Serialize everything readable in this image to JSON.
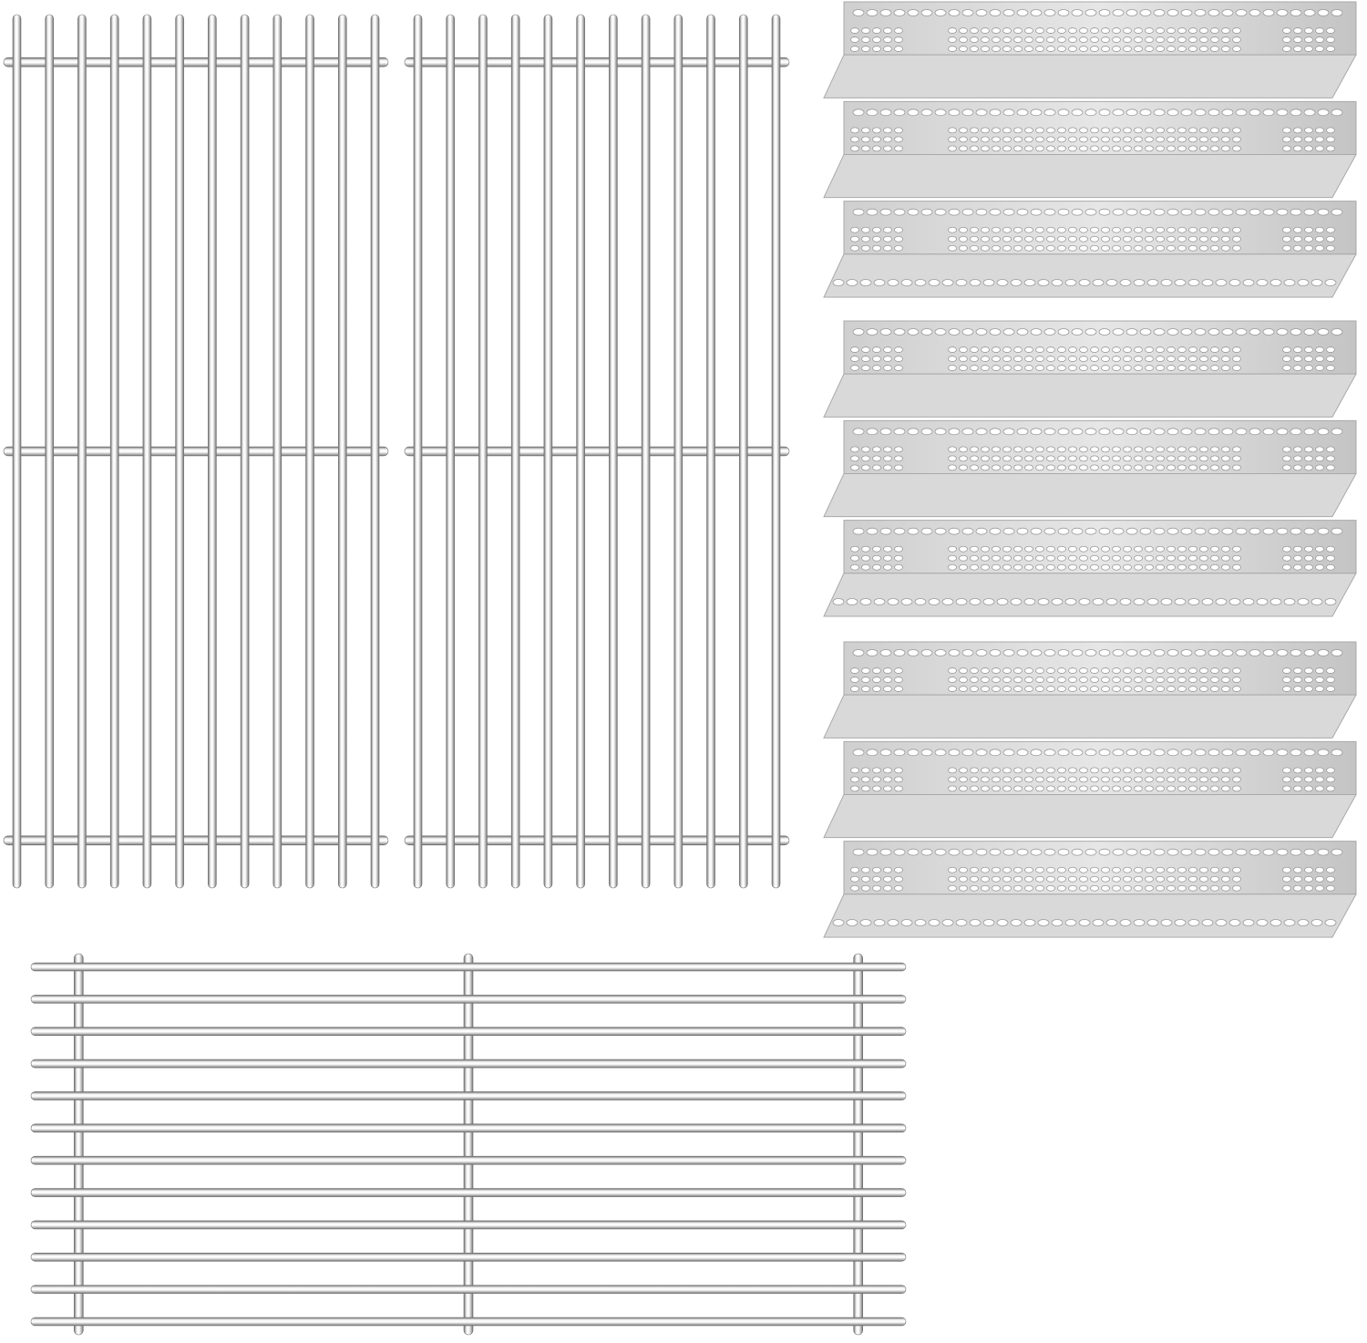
{
  "products": [
    {
      "id": "grate-vertical-left",
      "kind": "cooking-grate",
      "orientation": "vertical",
      "rods": 12
    },
    {
      "id": "grate-vertical-right",
      "kind": "cooking-grate",
      "orientation": "vertical",
      "rods": 12
    },
    {
      "id": "heat-plate-1",
      "kind": "heat-plate",
      "tiers": 3
    },
    {
      "id": "heat-plate-2",
      "kind": "heat-plate",
      "tiers": 3
    },
    {
      "id": "heat-plate-3",
      "kind": "heat-plate",
      "tiers": 3
    },
    {
      "id": "grate-horizontal",
      "kind": "cooking-grate",
      "orientation": "horizontal",
      "rods": 12
    }
  ],
  "colors": {
    "background": "#ffffff",
    "steel_light": "#f4f4f4",
    "steel_mid": "#b9b9b9",
    "steel_dark": "#6e6e6e",
    "plate_face": "#d9d9d9",
    "plate_shadow": "#a9a9a9",
    "hole": "#ffffff"
  }
}
